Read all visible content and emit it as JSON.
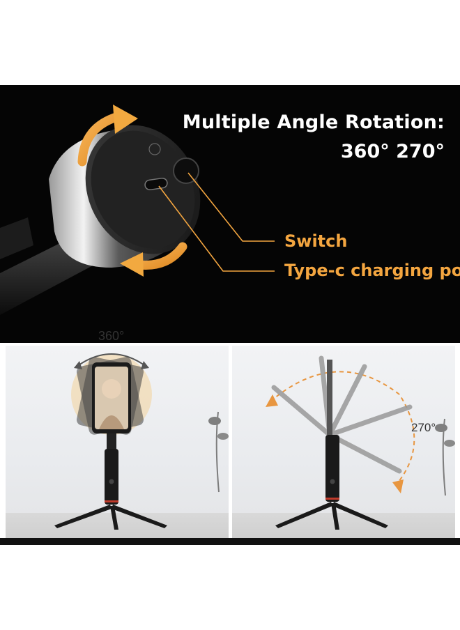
{
  "heading": {
    "line1": "Multiple Angle Rotation:",
    "line2": "360° 270°"
  },
  "callouts": {
    "switch": "Switch",
    "port": "Type-c charging port"
  },
  "rotation_labels": {
    "left": "360°",
    "right": "270°"
  },
  "colors": {
    "accent": "#f4a640",
    "background_top": "#050505",
    "text_light": "#ffffff"
  }
}
